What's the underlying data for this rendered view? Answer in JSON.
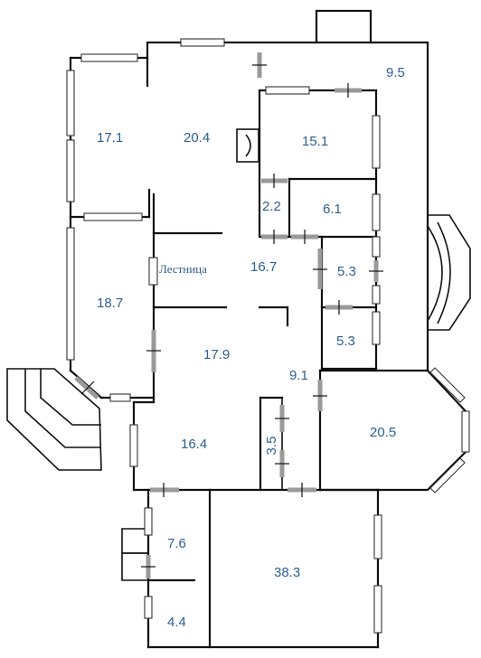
{
  "plan": {
    "rooms": [
      {
        "id": "r171",
        "area": "17.1"
      },
      {
        "id": "r204",
        "area": "20.4"
      },
      {
        "id": "r95",
        "area": "9.5"
      },
      {
        "id": "r151",
        "area": "15.1"
      },
      {
        "id": "r22",
        "area": "2.2"
      },
      {
        "id": "r61",
        "area": "6.1"
      },
      {
        "id": "r167",
        "area": "16.7"
      },
      {
        "id": "r53a",
        "area": "5.3"
      },
      {
        "id": "r187",
        "area": "18.7"
      },
      {
        "id": "r53b",
        "area": "5.3"
      },
      {
        "id": "r179",
        "area": "17.9"
      },
      {
        "id": "r91",
        "area": "9.1"
      },
      {
        "id": "r205",
        "area": "20.5"
      },
      {
        "id": "r164",
        "area": "16.4"
      },
      {
        "id": "r35",
        "area": "3.5"
      },
      {
        "id": "r76",
        "area": "7.6"
      },
      {
        "id": "r383",
        "area": "38.3"
      },
      {
        "id": "r44",
        "area": "4.4"
      }
    ],
    "stair_label": "Лестница"
  },
  "colors": {
    "wall": "#111111",
    "label": "#2c5f93",
    "door": "#9a9a9a",
    "window": "#ffffff"
  }
}
